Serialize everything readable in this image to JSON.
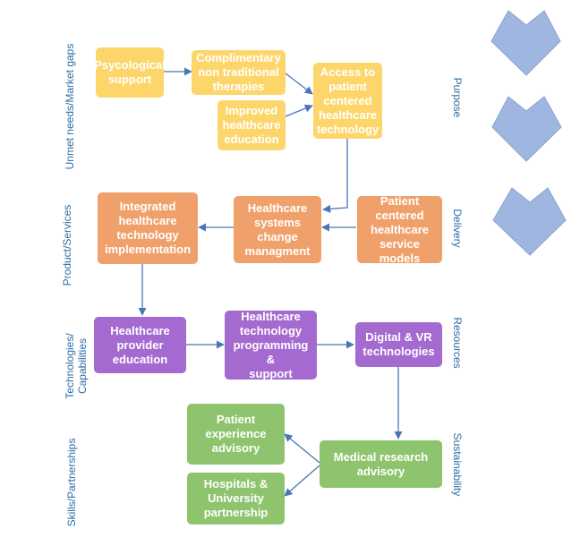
{
  "left_labels": {
    "unmet": "Unmet needs/Market gaps",
    "product": "Product/Services",
    "tech": "Technologies/\nCapabilities",
    "skills": "Skills/Partnerships"
  },
  "right_labels": {
    "purpose": "Purpose",
    "delivery": "Delivery",
    "resources": "Resources",
    "sustainability": "Sustainability"
  },
  "nodes": {
    "psych": "Psycological\nsupport",
    "comp": "Complimentary\nnon traditional\ntherapies",
    "improved": "Improved\nhealthcare\neducation",
    "access": "Access to\npatient\ncentered\nhealthcare\ntechnology",
    "integrated": "Integrated\nhealthcare\ntechnology\nimplementation",
    "systems": "Healthcare\nsystems change\nmanagment",
    "patient_models": "Patient\ncentered\nhealthcare\nservice models",
    "provider_edu": "Healthcare\nprovider\neducation",
    "programming": "Healthcare\ntechnology\nprogramming &\nsupport",
    "digital": "Digital & VR\ntechnologies",
    "patient_exp": "Patient\nexperience\nadvisory",
    "hospitals": "Hospitals &\nUniversity\npartnership",
    "medical": "Medical research\nadvisory"
  },
  "colors": {
    "yellow": "#fdd66b",
    "orange": "#f0a06a",
    "purple": "#a56ad0",
    "green": "#8fc46e",
    "arrow": "#4a76b8",
    "chevron": "#9fb6e0",
    "label": "#2e6da4"
  }
}
